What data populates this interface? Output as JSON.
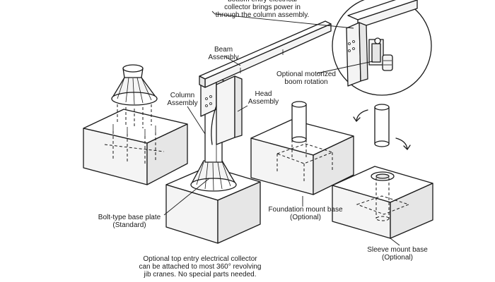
{
  "labels": {
    "collector_bottom": "bottom entry electrical\ncollector brings power in\nthrough the column assembly.",
    "beam": "Beam\nAssembly",
    "motorized": "Optional motorized\nboom rotation",
    "column": "Column\nAssembly",
    "head": "Head\nAssembly",
    "bolt_type": "Bolt-type base plate\n(Standard)",
    "foundation": "Foundation mount base\n(Optional)",
    "sleeve": "Sleeve mount base\n(Optional)",
    "collector_top": "Optional top entry electrical collector\ncan be attached to most 360° revolving\njib cranes.  No special parts needed."
  },
  "colors": {
    "line": "#1a1a1a",
    "background": "#ffffff"
  }
}
